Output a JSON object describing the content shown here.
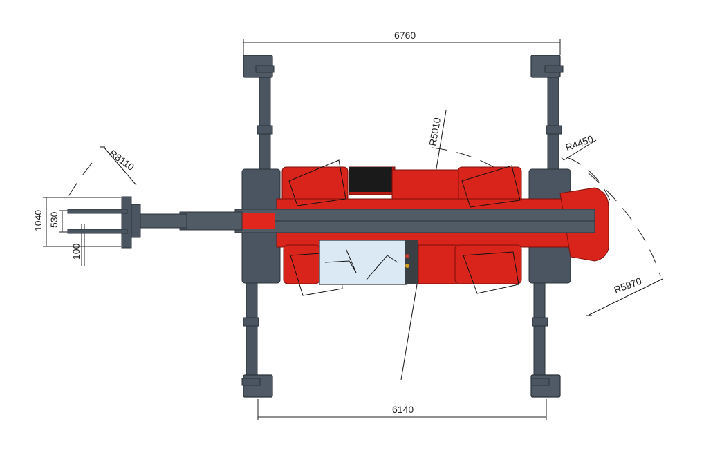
{
  "dimensions": {
    "outrigger_span_top": "6760",
    "outrigger_span_bottom": "6140",
    "fork_outer_width": "1040",
    "fork_inner_width": "530",
    "fork_tine_width": "100"
  },
  "radii": {
    "boom_head": "R8110",
    "front_center": "R5010",
    "rear_inner": "R4450",
    "rear_outer": "R5970"
  },
  "colors": {
    "machine_body": "#d9241c",
    "chassis_grey": "#4a5561",
    "cab_glass": "#dbe9f4",
    "dimension_lines": "#222222"
  }
}
